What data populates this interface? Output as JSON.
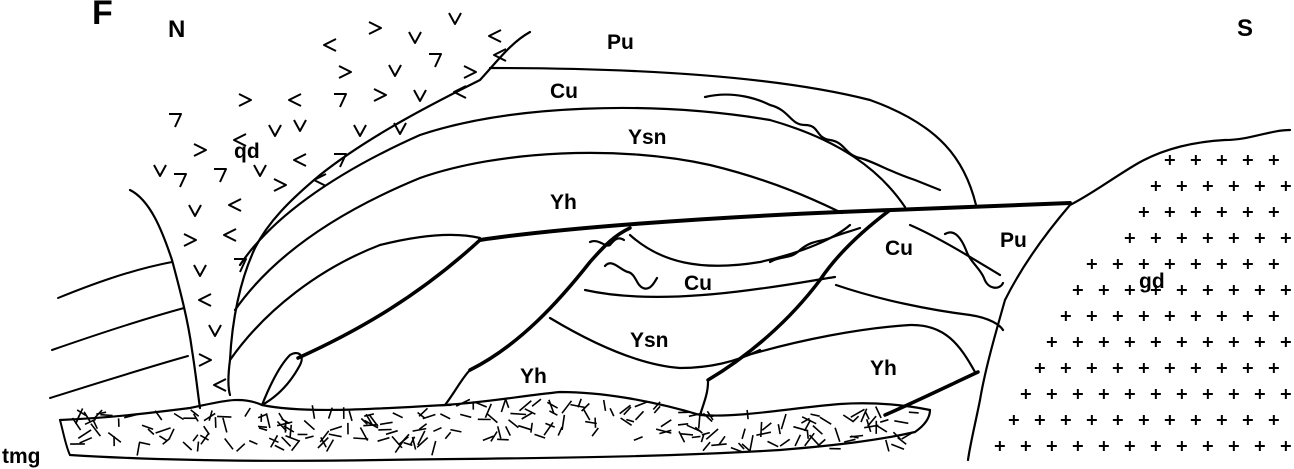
{
  "figure": {
    "panel_letter": "F",
    "directions": {
      "north": "N",
      "south": "S"
    },
    "units": {
      "Pu_top": "Pu",
      "Cu_top": "Cu",
      "Ysn_top": "Ysn",
      "Yh_top": "Yh",
      "qd": "qd",
      "Cu_mid": "Cu",
      "Ysn_mid": "Ysn",
      "Yh_left": "Yh",
      "Yh_right": "Yh",
      "Cu_right": "Cu",
      "Pu_right": "Pu",
      "gd": "gd",
      "tmg": "tmg"
    }
  }
}
